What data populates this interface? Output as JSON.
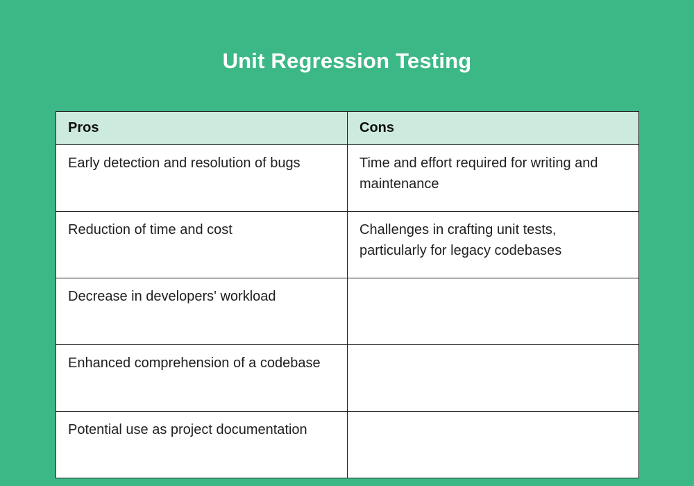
{
  "page": {
    "title": "Unit Regression Testing"
  },
  "colors": {
    "background": "#3cb886",
    "table_header_bg": "#cdeade",
    "table_cell_bg": "#ffffff",
    "table_border": "#1d1d1d",
    "title_text": "#ffffff",
    "cell_text": "#1f1f1f"
  },
  "chart_data": {
    "type": "table",
    "title": "Unit Regression Testing",
    "columns": [
      "Pros",
      "Cons"
    ],
    "rows": [
      [
        "Early detection and resolution of bugs",
        "Time and effort required for writing and maintenance"
      ],
      [
        "Reduction of time and cost",
        "Challenges in crafting unit tests, particularly for legacy codebases"
      ],
      [
        "Decrease in developers' workload",
        ""
      ],
      [
        "Enhanced comprehension of a codebase",
        ""
      ],
      [
        "Potential use as project documentation",
        ""
      ]
    ],
    "layout": {
      "legend": "none",
      "grid": "table-borders",
      "column_split": "50/50"
    }
  }
}
